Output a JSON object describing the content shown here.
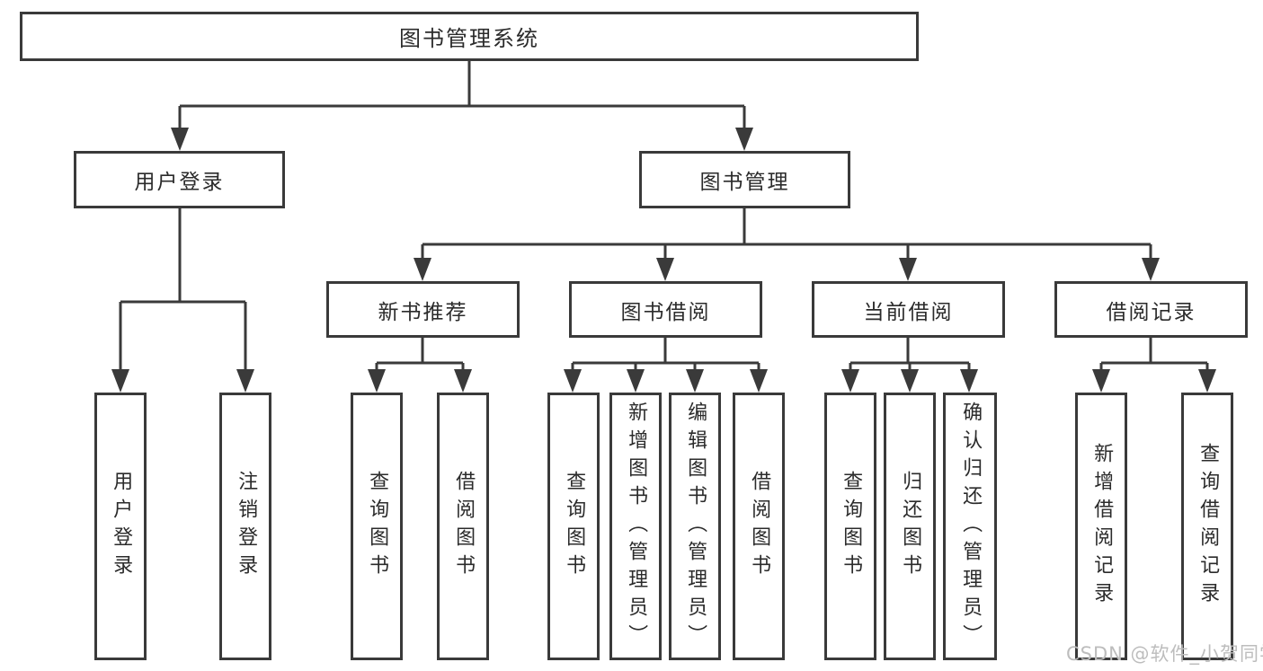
{
  "nodes": {
    "root": {
      "label": "图书管理系统"
    },
    "level1": [
      {
        "label": "用户登录"
      },
      {
        "label": "图书管理"
      }
    ],
    "level2": [
      {
        "label": "新书推荐"
      },
      {
        "label": "图书借阅"
      },
      {
        "label": "当前借阅"
      },
      {
        "label": "借阅记录"
      }
    ],
    "leaves_login": [
      {
        "label": "用户登录"
      },
      {
        "label": "注销登录"
      }
    ],
    "leaves_recommend": [
      {
        "label": "查询图书"
      },
      {
        "label": "借阅图书"
      }
    ],
    "leaves_borrow": [
      {
        "label": "查询图书"
      },
      {
        "label": "新增图书（管理员）"
      },
      {
        "label": "编辑图书（管理员）"
      },
      {
        "label": "借阅图书"
      }
    ],
    "leaves_current": [
      {
        "label": "查询图书"
      },
      {
        "label": "归还图书"
      },
      {
        "label": "确认归还（管理员）"
      }
    ],
    "leaves_records": [
      {
        "label": "新增借阅记录"
      },
      {
        "label": "查询借阅记录"
      }
    ]
  },
  "watermark": {
    "text": "CSDN @软件_小贺同学"
  },
  "colors": {
    "line": "#3a3a3a",
    "text": "#2b2b2b",
    "watermark": "#bdbdbd",
    "bg": "#ffffff"
  }
}
